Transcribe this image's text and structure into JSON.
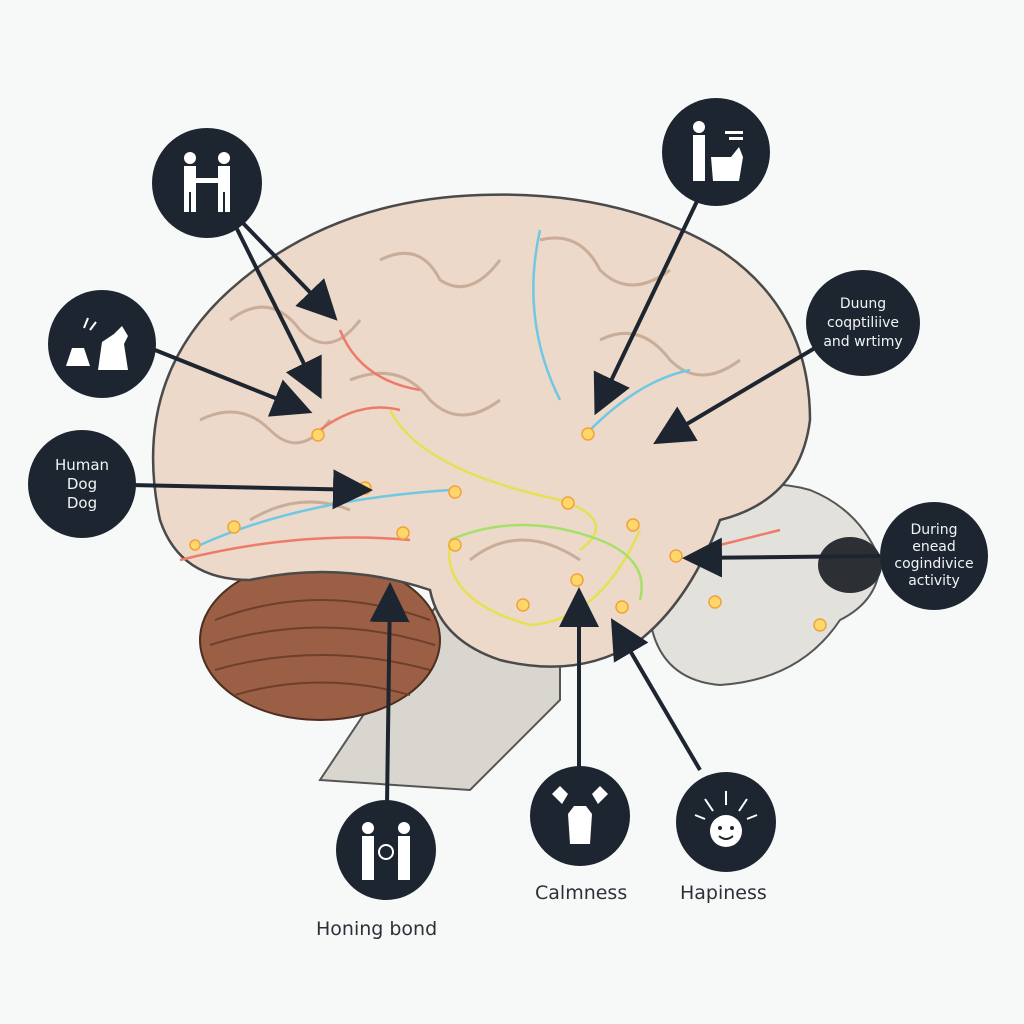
{
  "badges": {
    "handshake": {
      "icon": "handshake-icon"
    },
    "dog_human": {
      "icon": "person-petting-dog-icon"
    },
    "dogs": {
      "icon": "dogs-barking-icon"
    },
    "human_dog": {
      "lines": [
        "Human",
        "Dog",
        "Dog"
      ]
    },
    "cognitive_top": {
      "lines": [
        "Duung",
        "coqptiliive",
        "and wrtimy"
      ]
    },
    "cognitive_right": {
      "lines": [
        "During",
        "enead",
        "cogindivice",
        "activity"
      ]
    },
    "bonding": {
      "icon": "two-people-bond-icon"
    },
    "calmness": {
      "icon": "dog-hands-icon"
    },
    "happiness": {
      "icon": "smiley-sun-icon"
    }
  },
  "captions": {
    "bonding": "Honing bond",
    "calmness": "Calmness",
    "happiness": "Hapiness"
  },
  "colors": {
    "badge": "#1d2630",
    "brain": "#ecd9c9",
    "cerebellum": "#9a5f44",
    "neural_blue": "#6fc8e4",
    "neural_red": "#ee7b6a",
    "neural_yellow": "#e8e052"
  }
}
